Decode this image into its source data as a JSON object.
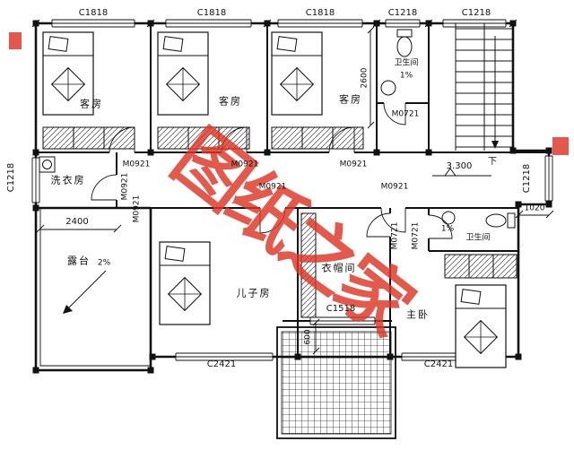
{
  "watermark": {
    "text": "图纸之家",
    "color": "#dd3526"
  },
  "labels": {
    "c1818_1": "C1818",
    "c1818_2": "C1818",
    "c1818_3": "C1818",
    "c1218_t1": "C1218",
    "c1218_t2": "C1218",
    "c1218_left": "C1218",
    "c1218_right": "C1218",
    "guest1": "客房",
    "guest2": "客房",
    "guest3": "客房",
    "bath_top": "卫生间",
    "bath_top_pct": "1%",
    "m0721_top": "M0721",
    "d2600": "2600",
    "m0921_1": "M0921",
    "m0921_2": "M0921",
    "m0921_3": "M0921",
    "level": "3.300",
    "stairs_down": "下",
    "laundry": "洗衣房",
    "m0921_l1": "M0921",
    "m0921_l2": "M0921",
    "m0921_4": "M0921",
    "m0921_5": "M0921",
    "d2400": "2400",
    "terrace": "露台",
    "slope2": "2%",
    "son": "儿子房",
    "closet": "衣帽间",
    "m0721_c": "M0721",
    "m0721_b": "M0721",
    "bath_r_pct": "1%",
    "bath_r": "卫生间",
    "master": "主卧",
    "c1518": "C1518",
    "d600": "600",
    "c2421_l": "C2421",
    "c2421_r": "C2421",
    "d1020": "1020"
  }
}
